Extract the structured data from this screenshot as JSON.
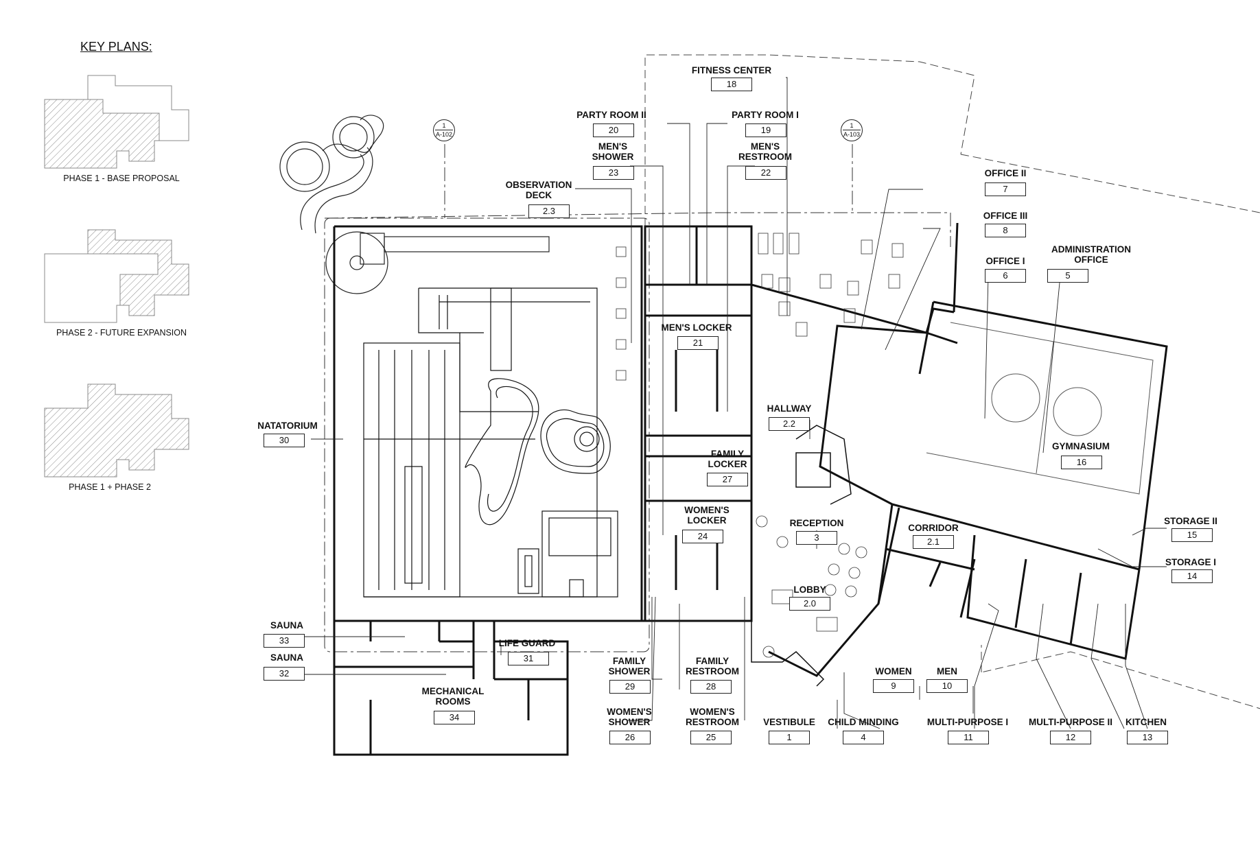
{
  "key_plans": {
    "title": "KEY PLANS:",
    "phases": [
      "PHASE 1 - BASE PROPOSAL",
      "PHASE 2 - FUTURE EXPANSION",
      "PHASE 1 + PHASE 2"
    ]
  },
  "section_markers": [
    {
      "number": "1",
      "sheet": "A-102"
    },
    {
      "number": "1",
      "sheet": "A-103"
    }
  ],
  "rooms": [
    {
      "name": "FITNESS CENTER",
      "number": "18"
    },
    {
      "name": "PARTY ROOM II",
      "number": "20"
    },
    {
      "name": "PARTY ROOM I",
      "number": "19"
    },
    {
      "name": "MEN'S\nSHOWER",
      "number": "23"
    },
    {
      "name": "MEN'S\nRESTROOM",
      "number": "22"
    },
    {
      "name": "OBSERVATION\nDECK",
      "number": "2.3"
    },
    {
      "name": "OFFICE II",
      "number": "7"
    },
    {
      "name": "OFFICE III",
      "number": "8"
    },
    {
      "name": "OFFICE I",
      "number": "6"
    },
    {
      "name": "ADMINISTRATION\nOFFICE",
      "number": "5"
    },
    {
      "name": "MEN'S LOCKER",
      "number": "21"
    },
    {
      "name": "HALLWAY",
      "number": "2.2"
    },
    {
      "name": "NATATORIUM",
      "number": "30"
    },
    {
      "name": "FAMILY\nLOCKER",
      "number": "27"
    },
    {
      "name": "GYMNASIUM",
      "number": "16"
    },
    {
      "name": "WOMEN'S\nLOCKER",
      "number": "24"
    },
    {
      "name": "RECEPTION",
      "number": "3"
    },
    {
      "name": "CORRIDOR",
      "number": "2.1"
    },
    {
      "name": "STORAGE II",
      "number": "15"
    },
    {
      "name": "STORAGE I",
      "number": "14"
    },
    {
      "name": "LOBBY",
      "number": "2.0"
    },
    {
      "name": "SAUNA",
      "number": "33"
    },
    {
      "name": "SAUNA",
      "number": "32"
    },
    {
      "name": "LIFE GUARD",
      "number": "31"
    },
    {
      "name": "FAMILY\nSHOWER",
      "number": "29"
    },
    {
      "name": "FAMILY\nRESTROOM",
      "number": "28"
    },
    {
      "name": "WOMEN",
      "number": "9"
    },
    {
      "name": "MEN",
      "number": "10"
    },
    {
      "name": "MECHANICAL\nROOMS",
      "number": "34"
    },
    {
      "name": "WOMEN'S\nSHOWER",
      "number": "26"
    },
    {
      "name": "WOMEN'S\nRESTROOM",
      "number": "25"
    },
    {
      "name": "VESTIBULE",
      "number": "1"
    },
    {
      "name": "CHILD MINDING",
      "number": "4"
    },
    {
      "name": "MULTI-PURPOSE I",
      "number": "11"
    },
    {
      "name": "MULTI-PURPOSE II",
      "number": "12"
    },
    {
      "name": "KITCHEN",
      "number": "13"
    }
  ],
  "colors": {
    "line": "#1a1a1a",
    "hatch": "#8a8a8a",
    "thin": "#555555"
  }
}
